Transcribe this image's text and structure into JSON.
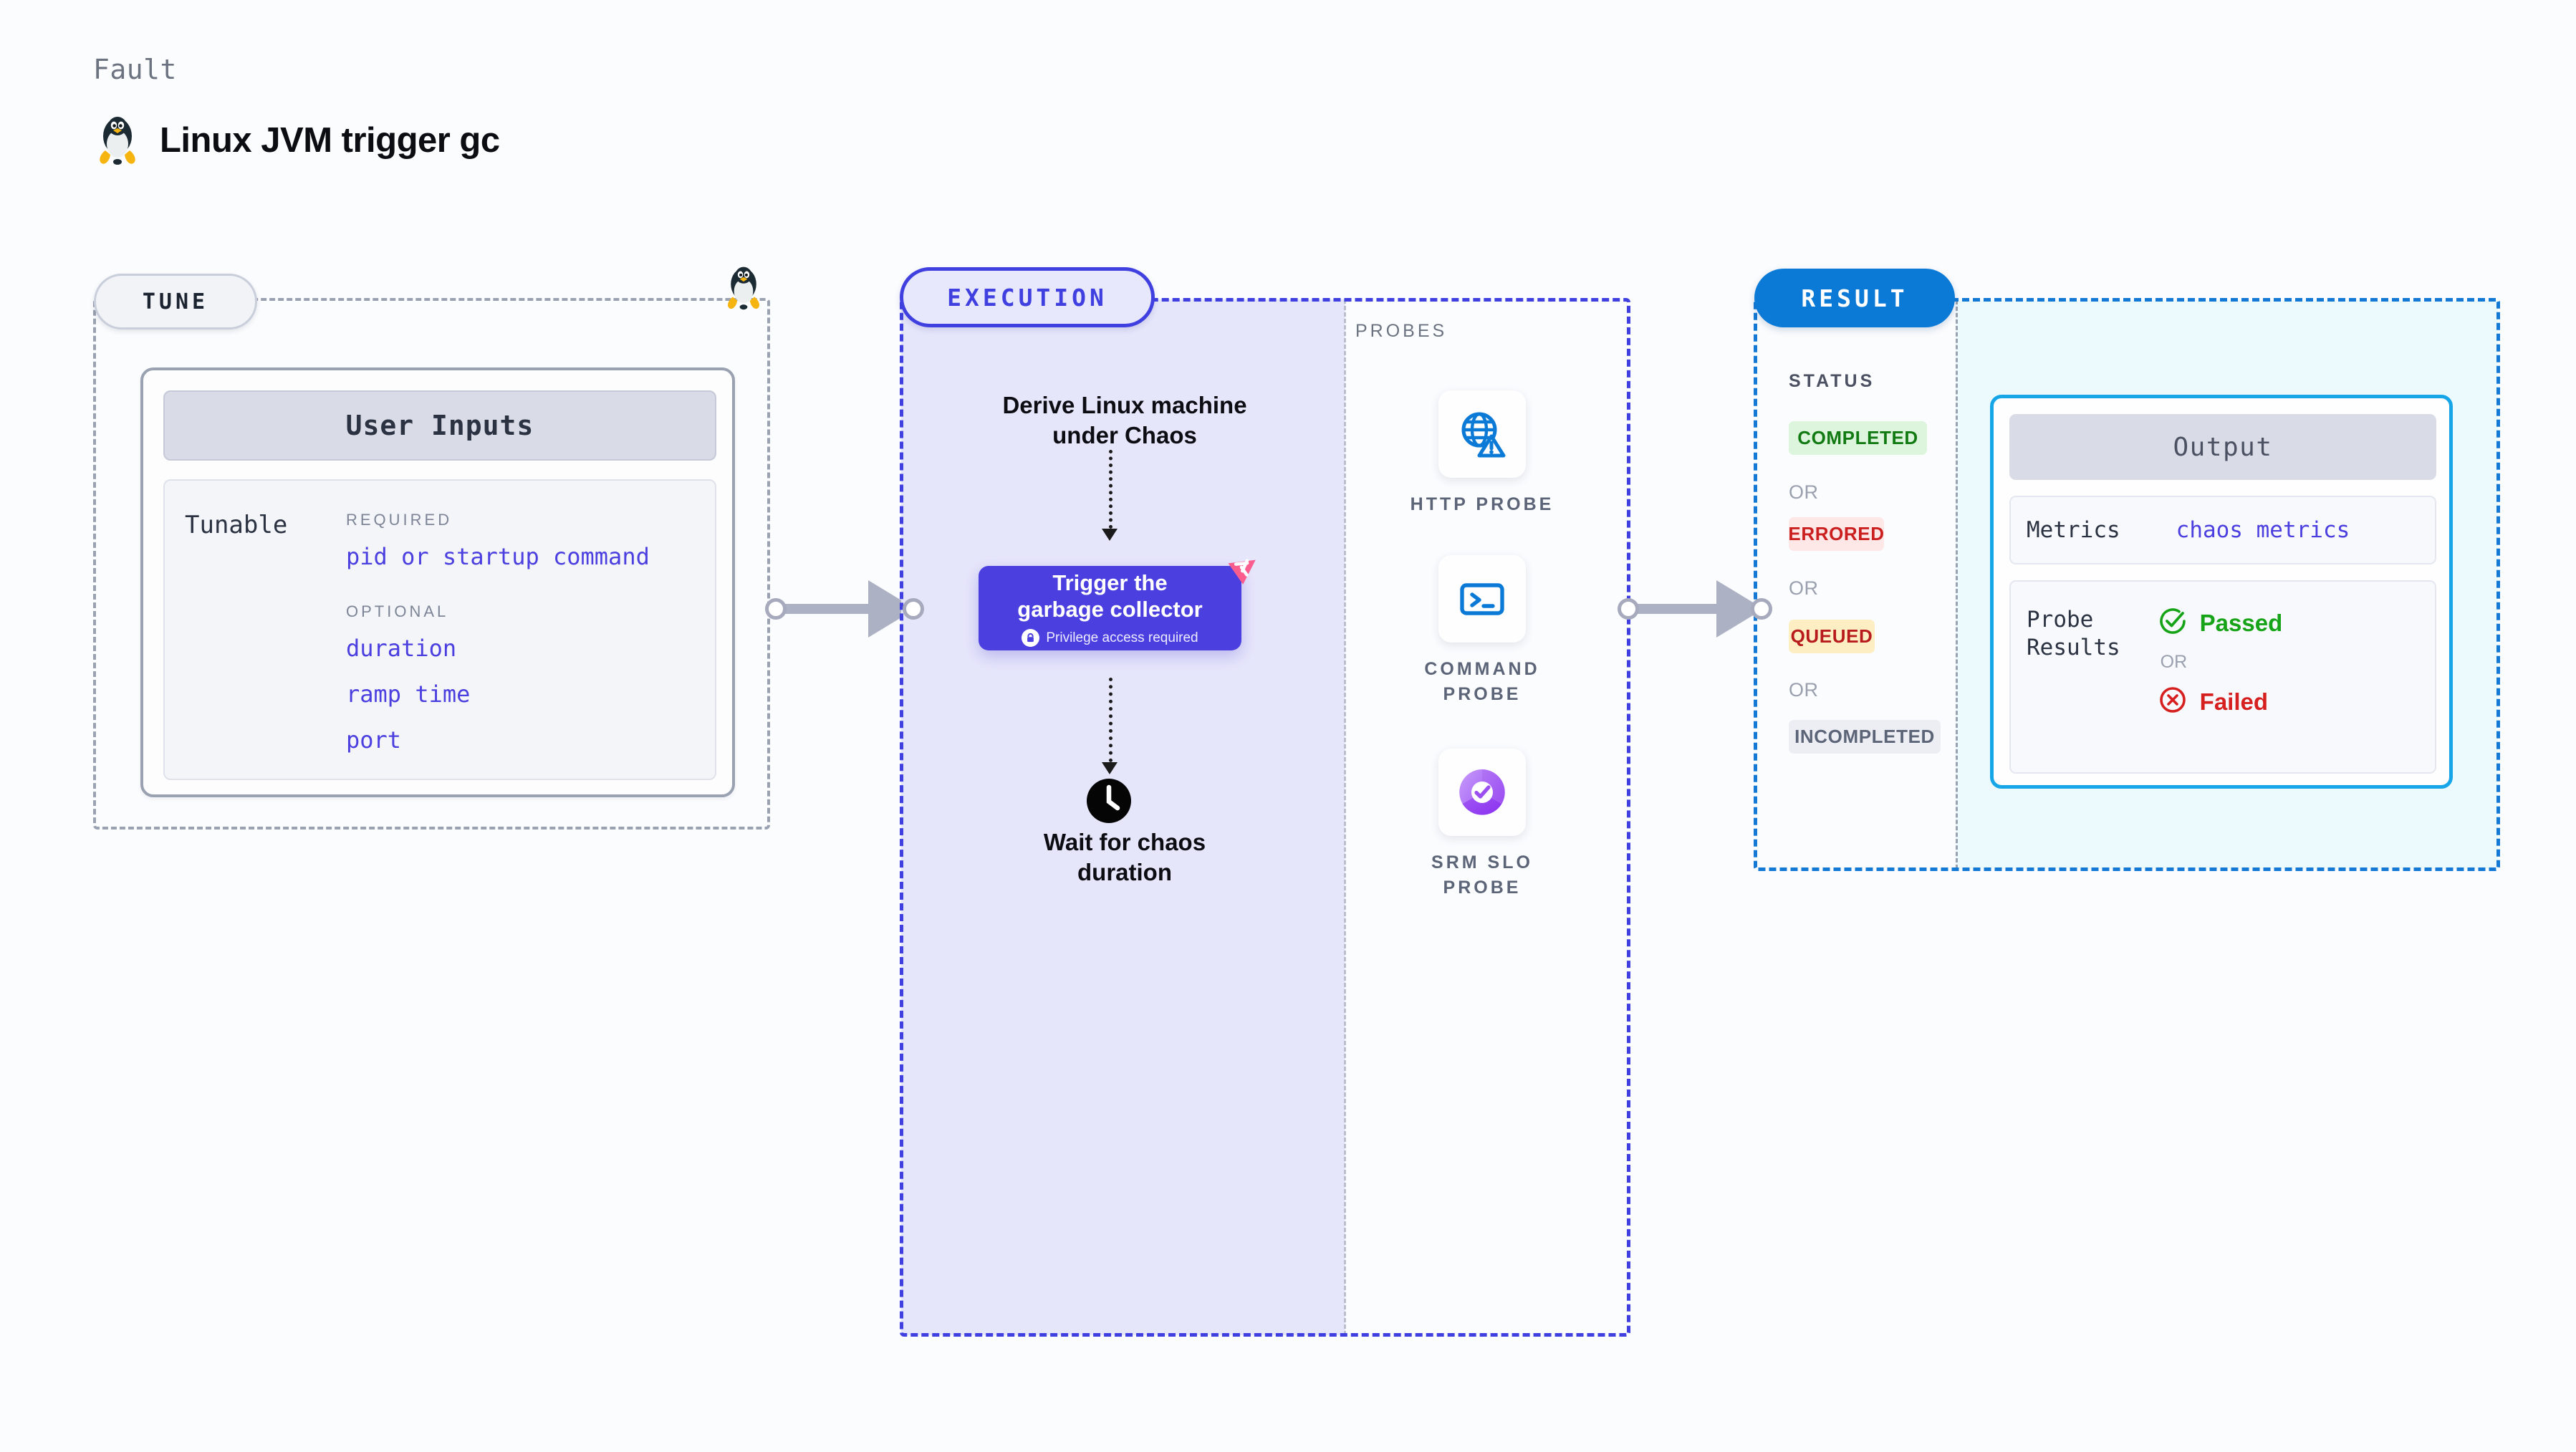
{
  "header": {
    "kicker": "Fault",
    "title": "Linux JVM trigger gc",
    "icon": "tux-penguin-icon"
  },
  "tune": {
    "pill_label": "TUNE",
    "corner_icon": "tux-penguin-icon",
    "card": {
      "header": "User Inputs",
      "row_label": "Tunable",
      "groups": [
        {
          "label": "REQUIRED",
          "items": [
            "pid or startup command"
          ]
        },
        {
          "label": "OPTIONAL",
          "items": [
            "duration",
            "ramp time",
            "port"
          ]
        }
      ]
    }
  },
  "connectors": [
    {
      "name": "tune-to-execution",
      "icon": "arrow-right-icon"
    },
    {
      "name": "execution-to-result",
      "icon": "arrow-right-icon"
    }
  ],
  "execution": {
    "pill_label": "EXECUTION",
    "steps": {
      "derive": "Derive Linux machine\nunder Chaos",
      "wait": "Wait for chaos\nduration",
      "wait_icon": "clock-icon"
    },
    "action_card": {
      "title": "Trigger the\ngarbage collector",
      "privilege_note": "Privilege access required",
      "lock_icon": "lock-icon",
      "fault_badge_icon": "fault-injection-icon",
      "color": "#4b3fe0"
    }
  },
  "probes": {
    "label": "PROBES",
    "items": [
      {
        "name": "HTTP PROBE",
        "icon": "globe-warning-icon",
        "color": "#0b7ad6"
      },
      {
        "name": "COMMAND\nPROBE",
        "icon": "terminal-icon",
        "color": "#0b7ad6"
      },
      {
        "name": "SRM SLO\nPROBE",
        "icon": "slo-donut-check-icon",
        "color": "#9b4ff0"
      }
    ]
  },
  "result": {
    "pill_label": "RESULT",
    "status_label": "STATUS",
    "or_text": "OR",
    "statuses": [
      {
        "label": "COMPLETED",
        "bg": "#dcf5dc",
        "fg": "#127a12"
      },
      {
        "label": "ERRORED",
        "bg": "#fde7e7",
        "fg": "#cb1f1f"
      },
      {
        "label": "QUEUED",
        "bg": "#fdeec4",
        "fg": "#b81b1b"
      },
      {
        "label": "INCOMPLETED",
        "bg": "#eceef3",
        "fg": "#5c6478"
      }
    ],
    "output": {
      "header": "Output",
      "metrics_key": "Metrics",
      "metrics_value": "chaos metrics",
      "probe_results_key": "Probe\nResults",
      "passed_label": "Passed",
      "passed_icon": "check-circle-icon",
      "failed_label": "Failed",
      "failed_icon": "x-circle-icon",
      "or_text": "OR"
    }
  }
}
